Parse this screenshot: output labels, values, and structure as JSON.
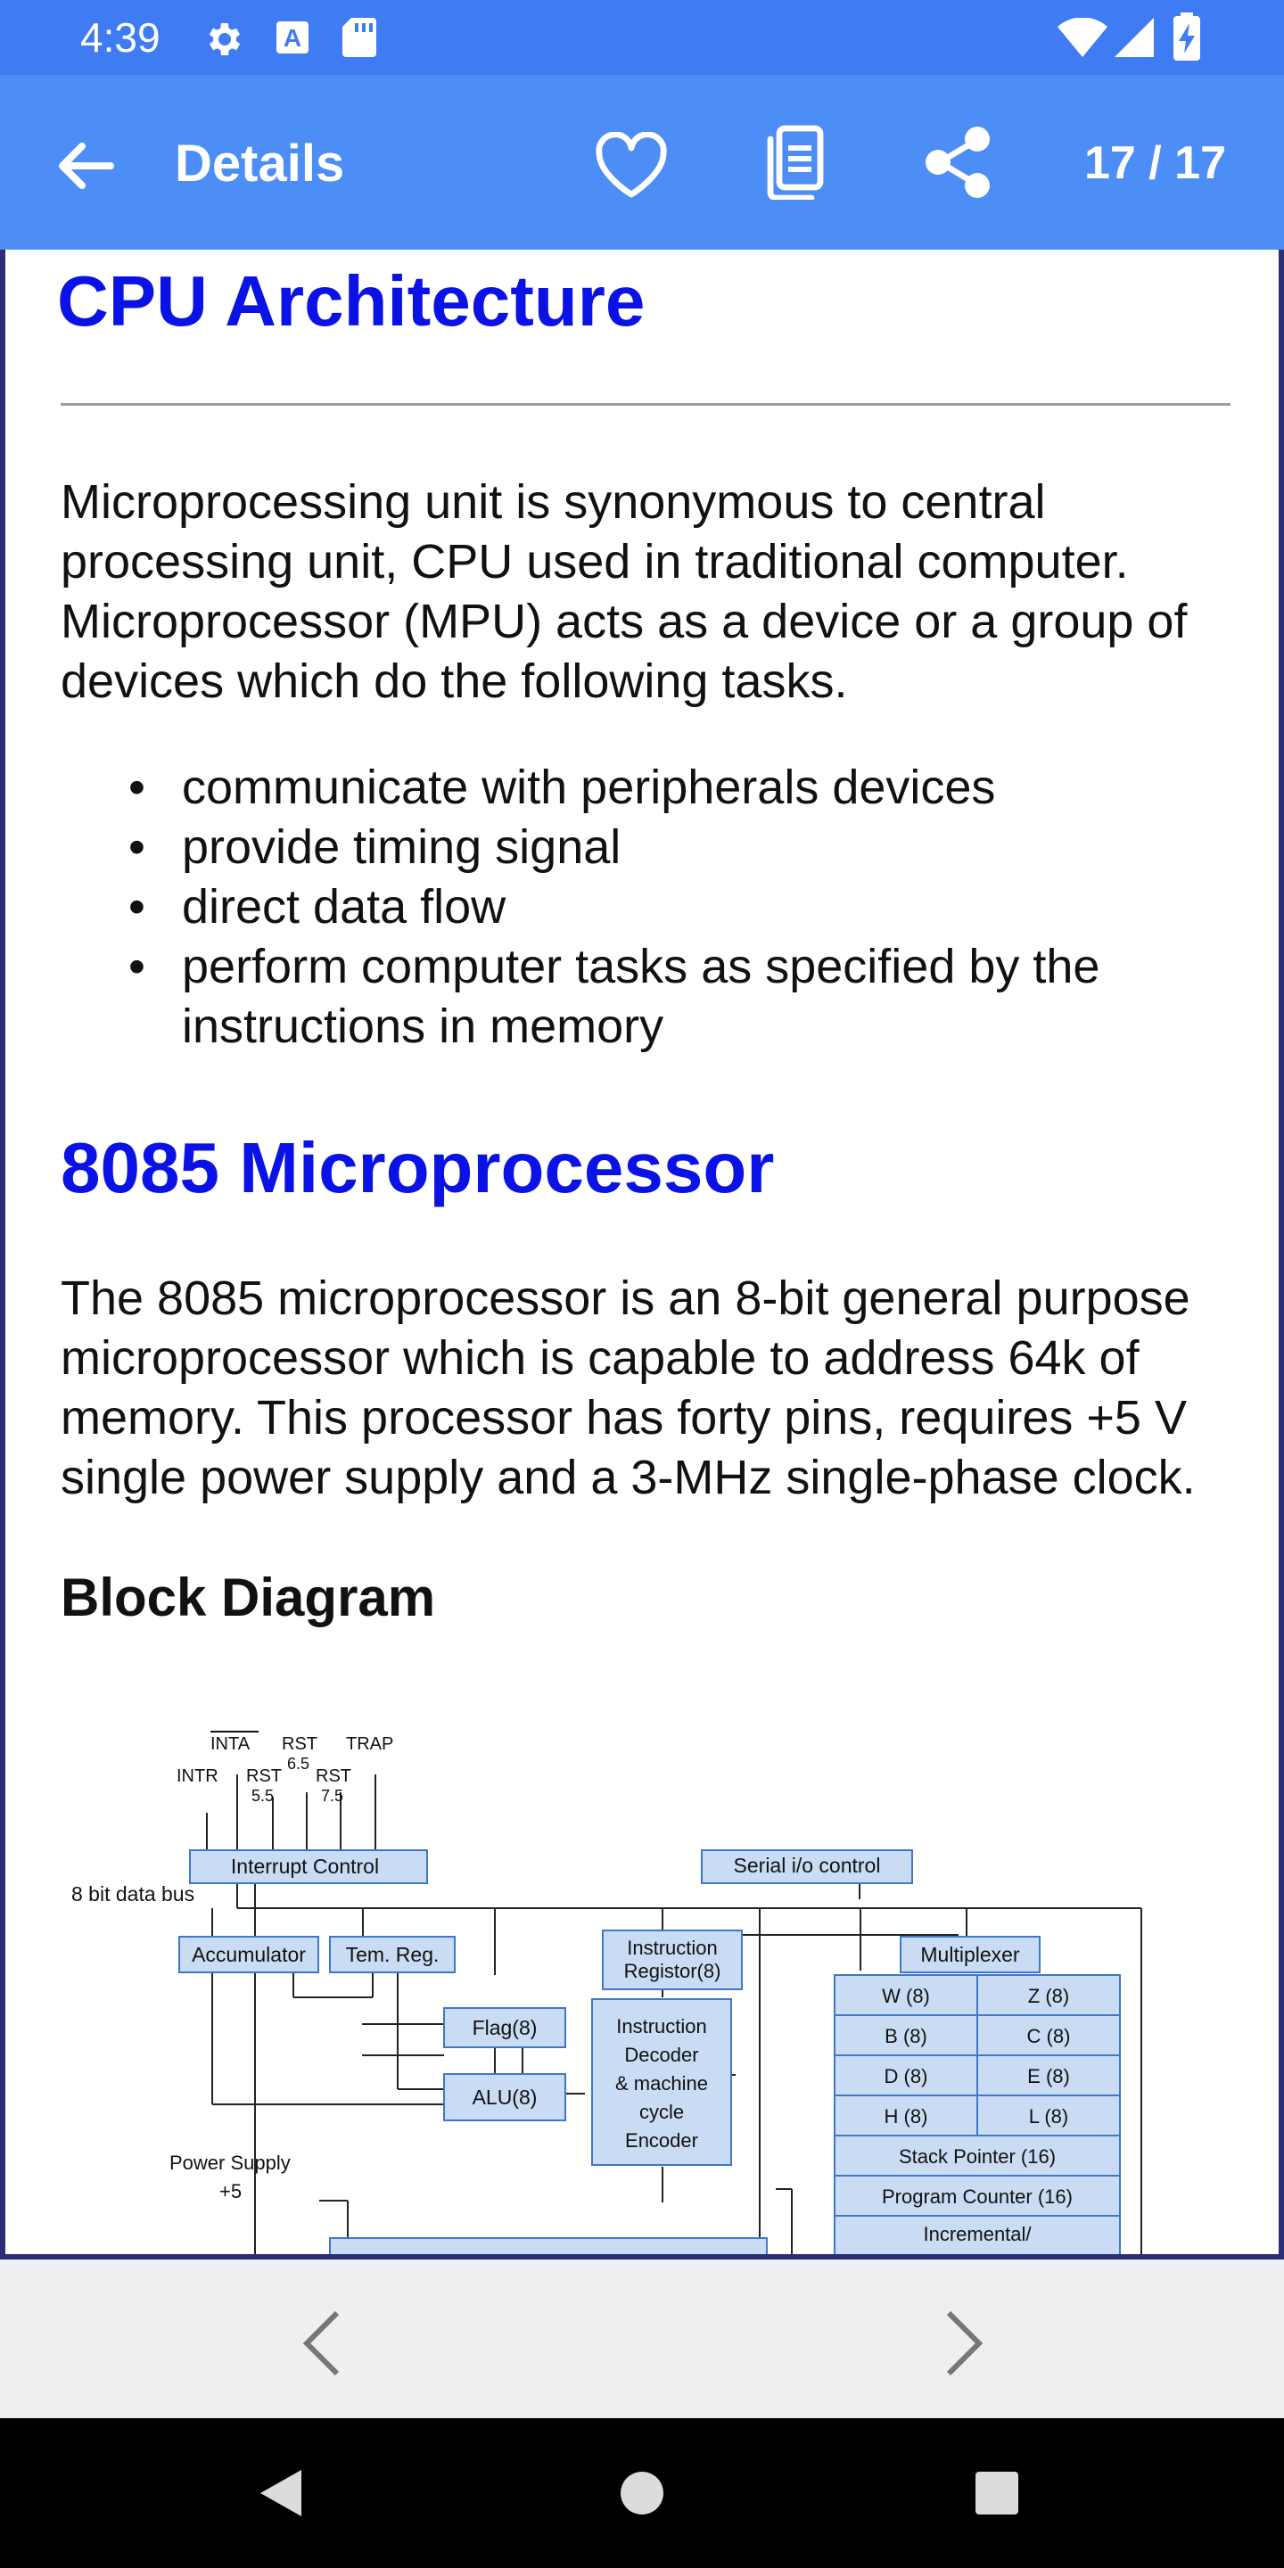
{
  "status_bar": {
    "time": "4:39",
    "icons": [
      "settings-gear-icon",
      "a-box-icon",
      "sd-card-icon",
      "wifi-icon",
      "cellular-signal-icon",
      "battery-charging-icon"
    ]
  },
  "app_bar": {
    "title": "Details",
    "page_counter": "17 / 17",
    "actions": [
      "back-arrow-icon",
      "favorite-heart-icon",
      "copy-icon",
      "share-icon"
    ]
  },
  "colors": {
    "status_bar": "#3f7cf4",
    "app_bar": "#4c8df6",
    "heading": "#0a12e6",
    "frame_border": "#2b2d77",
    "diagram_box_fill": "#c9dcf4",
    "diagram_box_stroke": "#3f77c9"
  },
  "article": {
    "heading": "CPU Architecture",
    "intro": "Microprocessing unit is synonymous to central processing unit, CPU used in traditional computer. Microprocessor (MPU) acts as a device or a group of devices which do the following tasks.",
    "bullets": [
      "communicate with peripherals devices",
      "provide timing signal",
      "direct data flow",
      "perform computer tasks as specified by the instructions in memory"
    ],
    "heading2": "8085 Microprocessor",
    "para2": "The 8085 microprocessor is an 8-bit general purpose microprocessor which is capable to address 64k of memory. This processor has forty pins, requires +5 V single power supply and a 3-MHz single-phase clock.",
    "heading3": "Block Diagram"
  },
  "diagram": {
    "signals": {
      "inta": "INTA",
      "rst65": "RST",
      "rst65_num": "6.5",
      "trap": "TRAP",
      "intr": "INTR",
      "rst55": "RST",
      "rst55_num": "5.5",
      "rst75": "RST",
      "rst75_num": "7.5"
    },
    "interrupt_control": "Interrupt Control",
    "serial_io": "Serial i/o control",
    "data_bus": "8 bit data bus",
    "accumulator": "Accumulator",
    "temp_reg": "Tem. Reg.",
    "instr_reg_1": "Instruction",
    "instr_reg_2": "Registor(8)",
    "multiplexer": "Multiplexer",
    "flag": "Flag(8)",
    "alu": "ALU(8)",
    "decoder": [
      "Instruction",
      "Decoder",
      "& machine",
      "cycle",
      "Encoder"
    ],
    "registers": [
      [
        "W (8)",
        "Z (8)"
      ],
      [
        "B (8)",
        "C (8)"
      ],
      [
        "D (8)",
        "E (8)"
      ],
      [
        "H (8)",
        "L (8)"
      ]
    ],
    "stack_pointer": "Stack Pointer (16)",
    "program_counter": "Program Counter (16)",
    "incremental": "Incremental/",
    "power_supply": "Power Supply",
    "power_plus": "+5"
  },
  "bottom_nav": {
    "prev": "chevron-left-icon",
    "next": "chevron-right-icon"
  },
  "system_nav": {
    "back": "nav-back-icon",
    "home": "nav-home-icon",
    "recents": "nav-recents-icon"
  }
}
